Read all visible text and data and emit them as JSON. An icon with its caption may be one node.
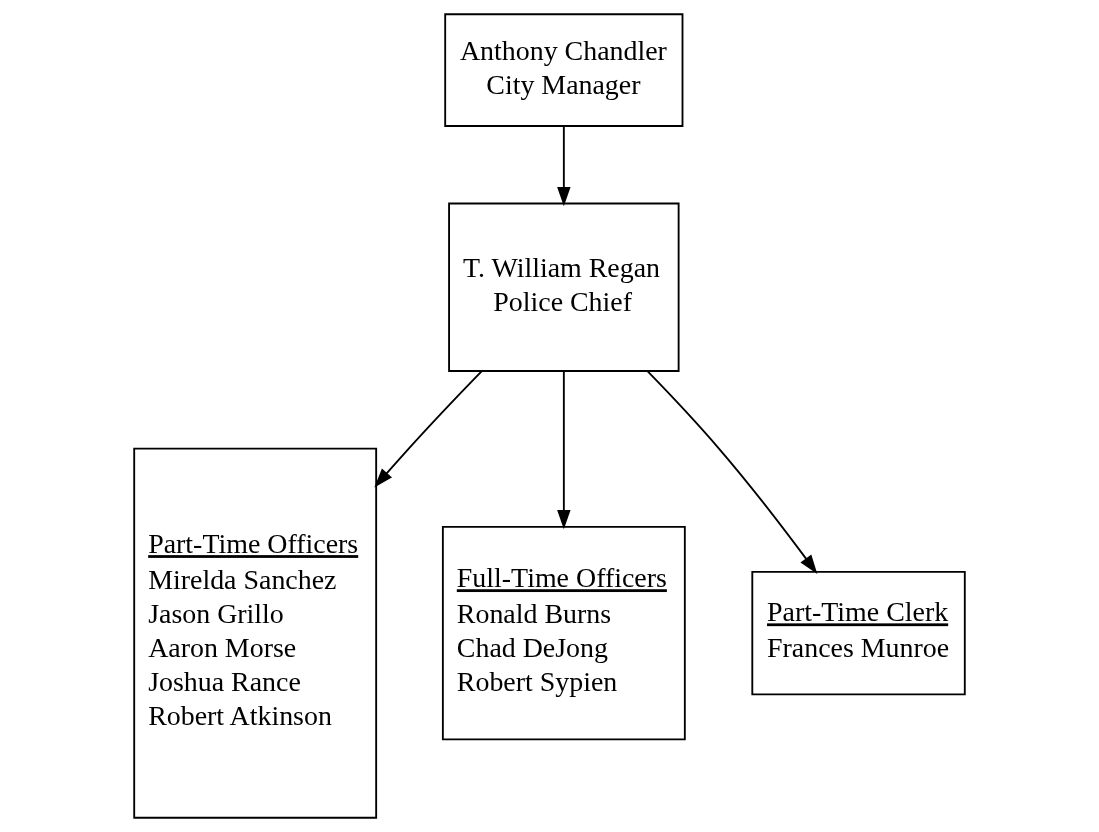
{
  "diagram": {
    "nodes": [
      {
        "text": [
          "Anthony Chandler",
          "City Manager"
        ]
      },
      {
        "text": [
          "T. William Regan",
          "Police Chief"
        ]
      },
      {
        "text": [
          "Part-Time Officers",
          "Mirelda Sanchez",
          "Jason Grillo",
          "Aaron Morse",
          "Joshua Rance",
          "Robert Atkinson"
        ]
      },
      {
        "text": [
          "Full-Time Officers",
          "Ronald Burns",
          "Chad DeJong",
          "Robert Sypien"
        ]
      },
      {
        "text": [
          "Part-Time Clerk",
          "Frances Munroe"
        ]
      }
    ],
    "edges": [
      {
        "from": 0,
        "to": 1,
        "arrow": "to"
      },
      {
        "from": 1,
        "to": 2,
        "arrow": "to"
      },
      {
        "from": 1,
        "to": 3,
        "arrow": "to"
      },
      {
        "from": 1,
        "to": 4,
        "arrow": "to"
      }
    ]
  }
}
